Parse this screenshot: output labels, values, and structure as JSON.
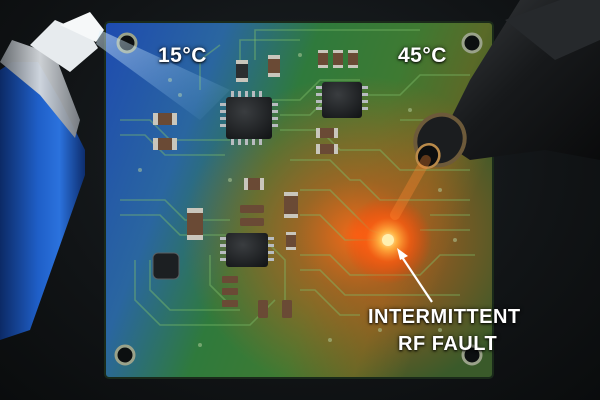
{
  "labels": {
    "cold_temp": "15°C",
    "hot_temp": "45°C",
    "fault_line1": "INTERMITTENT",
    "fault_line2": "RF FAULT"
  },
  "colors": {
    "board_cold": "#1f4fb5",
    "board_mid": "#2f7a3c",
    "board_hot": "#d8661a",
    "fault_glow": "#ff5a10",
    "annotation_text": "#ffffff"
  },
  "objects": {
    "left": "freeze-spray-can",
    "right": "hot-air-nozzle",
    "center": "circuit-board"
  }
}
